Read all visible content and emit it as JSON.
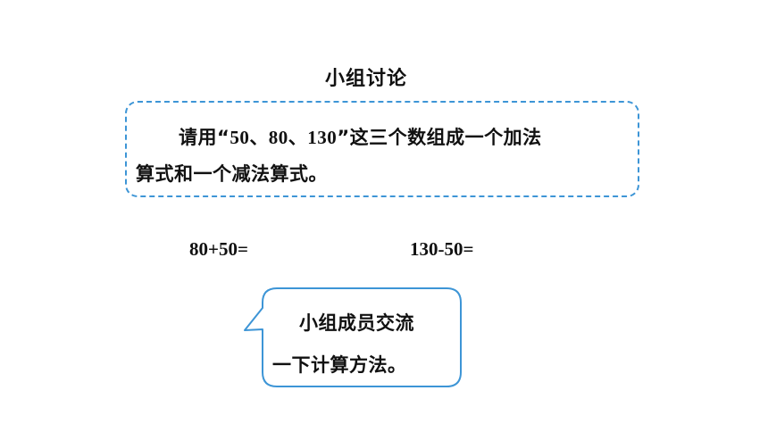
{
  "title": "小组讨论",
  "task": {
    "line1_prefix": "请用“",
    "line1_numbers": "50、80、130",
    "line1_suffix": "”这三个数组成一个加法",
    "line2": "算式和一个减法算式。"
  },
  "equations": [
    "80+50=",
    "130-50="
  ],
  "bubble": {
    "line1": "小组成员交流",
    "line2": "一下计算方法。"
  },
  "colors": {
    "accent": "#3d95d6",
    "text": "#111111"
  }
}
